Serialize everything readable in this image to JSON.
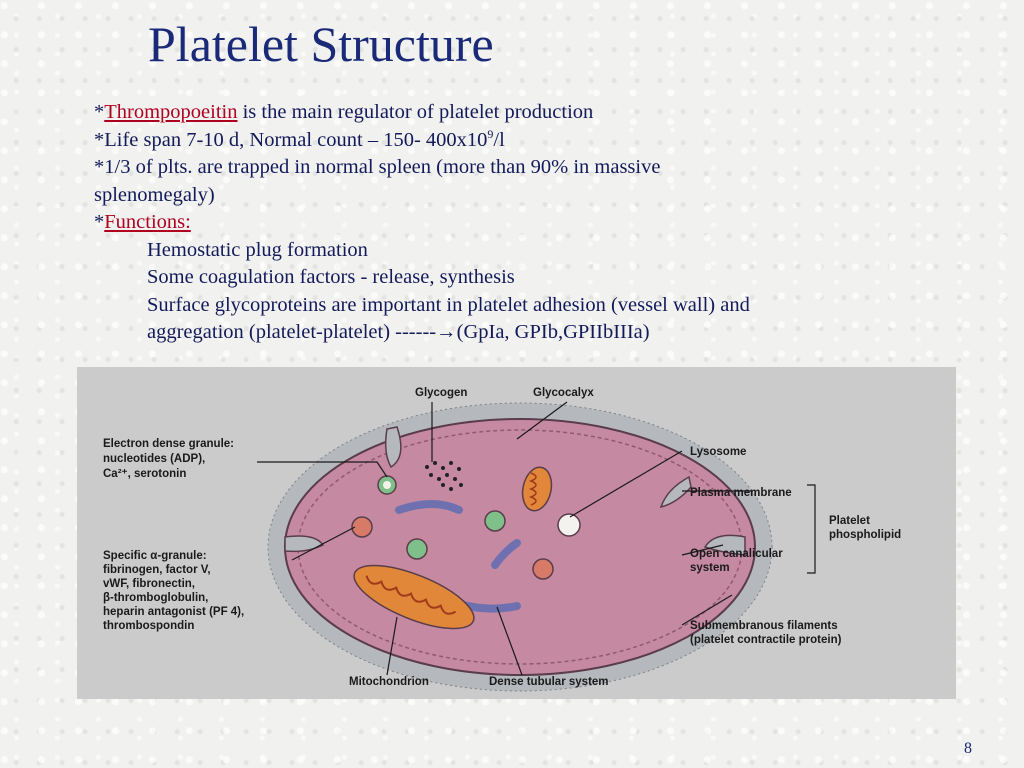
{
  "slide": {
    "title": "Platelet Structure",
    "page_number": "8"
  },
  "bullets": {
    "b1_star": "*",
    "b1_link": "Thrompopoeitin",
    "b1_rest": " is the main regulator of platelet  production",
    "b2_pre": "*Life span 7-10 d,  Normal count – 150- 400x10",
    "b2_sup": "9",
    "b2_post": "/l",
    "b3_line1": "*1/3 of plts. are trapped  in normal spleen (more than 90% in massive",
    "b3_line2": "splenomegaly)",
    "b4_star": "*",
    "b4_link": "Functions:",
    "f1": "Hemostatic plug formation",
    "f2": "Some coagulation factors -  release, synthesis",
    "f3_line1": "Surface glycoproteins are important in platelet adhesion (vessel wall) and",
    "f3_pre": "aggregation (platelet-platelet)  ------",
    "f3_arrow": "→",
    "f3_post": "(GpIa, GPIb,GPIIbIIIa)"
  },
  "figure": {
    "labels": {
      "glycogen": "Glycogen",
      "glycocalyx": "Glycocalyx",
      "dense_granule_1": "Electron dense granule:",
      "dense_granule_2": "nucleotides (ADP),",
      "dense_granule_3": "Ca²⁺, serotonin",
      "lysosome": "Lysosome",
      "plasma_membrane": "Plasma membrane",
      "phospholipid_1": "Platelet",
      "phospholipid_2": "phospholipid",
      "canalicular_1": "Open canalicular",
      "canalicular_2": "system",
      "alpha_1": "Specific α-granule:",
      "alpha_2": "fibrinogen, factor V,",
      "alpha_3": "vWF, fibronectin,",
      "alpha_4": "β-thromboglobulin,",
      "alpha_5": "heparin antagonist (PF 4),",
      "alpha_6": "thrombospondin",
      "filaments_1": "Submembranous filaments",
      "filaments_2": "(platelet contractile protein)",
      "mitochondrion": "Mitochondrion",
      "dense_tubular": "Dense tubular system"
    },
    "colors": {
      "cytoplasm": "#c58aa2",
      "glycocalyx": "#b5b8bc",
      "mitochondrion": "#e0873a",
      "tubular": "#6f70b0",
      "granule_green": "#7fc08a",
      "granule_pink": "#d87a68"
    }
  }
}
